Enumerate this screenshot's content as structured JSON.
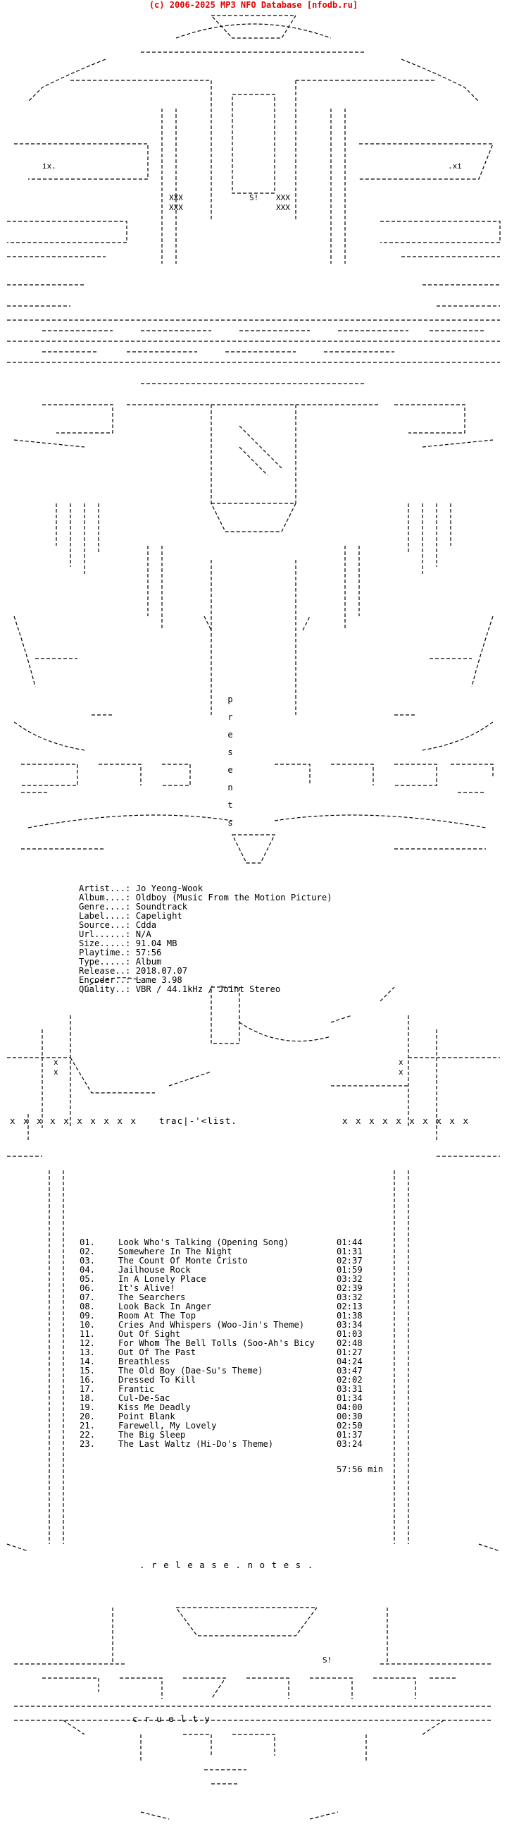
{
  "header": {
    "title": "(c) 2006-2025 MP3 NFO Database [nfodb.ru]",
    "color": "#e60000"
  },
  "logo": {
    "presents": "presents",
    "tag_xi": "ix.",
    "tag_xi2": ".xi",
    "s_mark": "S!"
  },
  "info": {
    "lines": [
      "Artist...: Jo Yeong-Wook",
      "Album....: Oldboy (Music From the Motion Picture)",
      "Genre....: Soundtrack",
      "Label....: Capelight",
      "Source...: Cdda",
      "Url......: N/A",
      "Size.....: 91.04 MB",
      "Playtime.: 57:56",
      "Type.....: Album",
      "Release..: 2018.07.07",
      "Encoder..: Lame 3.98",
      "Quality..: VBR / 44.1kHz / Joint Stereo"
    ]
  },
  "tracklist": {
    "label_left": "x x x x x x x x x x",
    "label_mid": "trac|-'<list.",
    "label_right": "x x x x x x x x x x",
    "tracks": [
      {
        "n": "01.",
        "title": "Look Who's Talking (Opening Song)",
        "time": "01:44"
      },
      {
        "n": "02.",
        "title": "Somewhere In The Night",
        "time": "01:31"
      },
      {
        "n": "03.",
        "title": "The Count Of Monte Cristo",
        "time": "02:37"
      },
      {
        "n": "04.",
        "title": "Jailhouse Rock",
        "time": "01:59"
      },
      {
        "n": "05.",
        "title": "In A Lonely Place",
        "time": "03:32"
      },
      {
        "n": "06.",
        "title": "It's Alive!",
        "time": "02:39"
      },
      {
        "n": "07.",
        "title": "The Searchers",
        "time": "03:32"
      },
      {
        "n": "08.",
        "title": "Look Back In Anger",
        "time": "02:13"
      },
      {
        "n": "09.",
        "title": "Room At The Top",
        "time": "01:38"
      },
      {
        "n": "10.",
        "title": "Cries And Whispers (Woo-Jin's Theme)",
        "time": "03:34"
      },
      {
        "n": "11.",
        "title": "Out Of Sight",
        "time": "01:03"
      },
      {
        "n": "12.",
        "title": "For Whom The Bell Tolls (Soo-Ah's Bicy",
        "time": "02:48"
      },
      {
        "n": "13.",
        "title": "Out Of The Past",
        "time": "01:27"
      },
      {
        "n": "14.",
        "title": "Breathless",
        "time": "04:24"
      },
      {
        "n": "15.",
        "title": "The Old Boy (Dae-Su's Theme)",
        "time": "03:47"
      },
      {
        "n": "16.",
        "title": "Dressed To Kill",
        "time": "02:02"
      },
      {
        "n": "17.",
        "title": "Frantic",
        "time": "03:31"
      },
      {
        "n": "18.",
        "title": "Cul-De-Sac",
        "time": "01:34"
      },
      {
        "n": "19.",
        "title": "Kiss Me Deadly",
        "time": "04:00"
      },
      {
        "n": "20.",
        "title": "Point Blank",
        "time": "00:30"
      },
      {
        "n": "21.",
        "title": "Farewell, My Lovely",
        "time": "02:50"
      },
      {
        "n": "22.",
        "title": "The Big Sleep",
        "time": "01:37"
      },
      {
        "n": "23.",
        "title": "The Last Waltz (Hi-Do's Theme)",
        "time": "03:24"
      }
    ],
    "total": "57:56 min"
  },
  "release_notes": {
    "label": ". r e l e a s e . n o t e s ."
  },
  "footer": {
    "s_mark": "S!",
    "cruelty": "c r u e l t y"
  }
}
